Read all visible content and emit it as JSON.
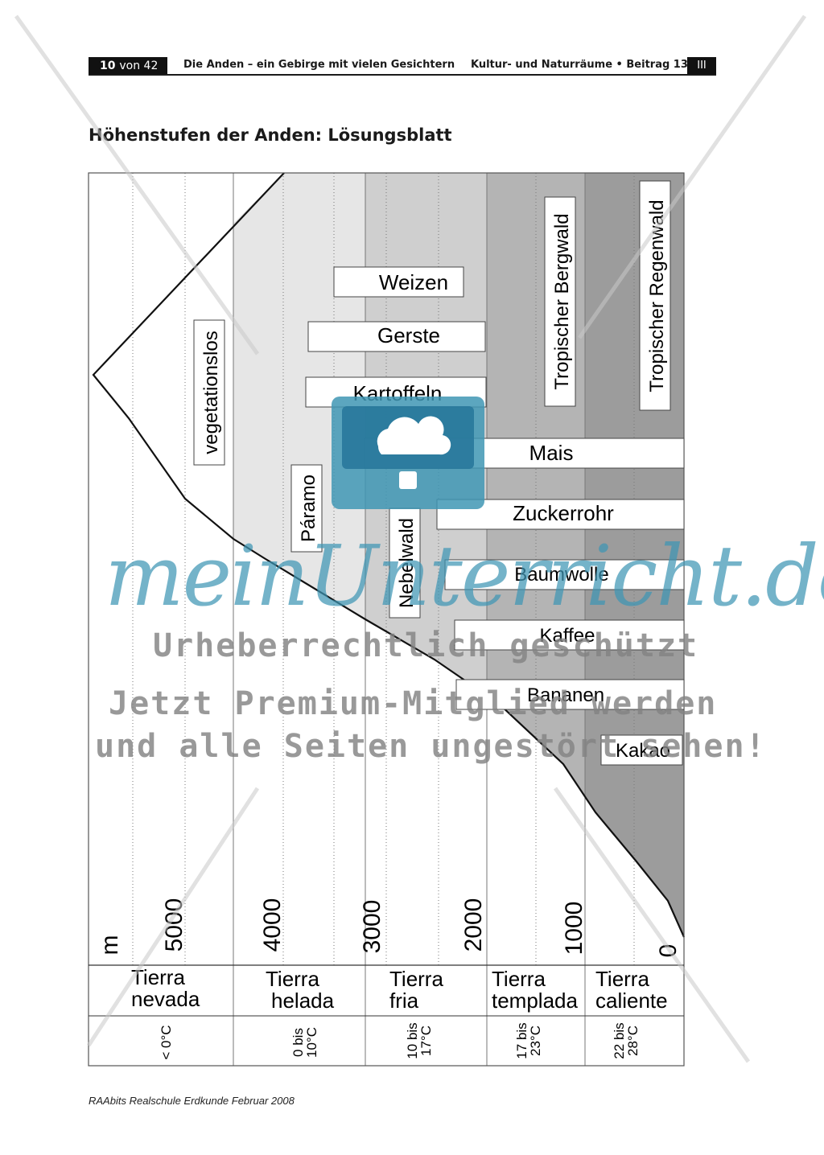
{
  "header": {
    "page_num": "10",
    "page_of": "von 42",
    "doc_title": "Die Anden – ein Gebirge mit vielen Gesichtern",
    "series": "Kultur- und Naturräume • Beitrag 13",
    "roman": "III"
  },
  "title": "Höhenstufen der Anden: Lösungsblatt",
  "diagram": {
    "unit": "m",
    "elevation_ticks": [
      "5000",
      "4000",
      "3000",
      "2000",
      "1000",
      "0"
    ],
    "zones": [
      {
        "name": "Tierra\nnevada",
        "temp": "< 0°C"
      },
      {
        "name": "Tierra\nhelada",
        "temp": "0 bis\n10°C"
      },
      {
        "name": "Tierra\nfria",
        "temp": "10 bis\n17°C"
      },
      {
        "name": "Tierra\ntemplada",
        "temp": "17 bis\n23°C"
      },
      {
        "name": "Tierra\ncaliente",
        "temp": "22 bis\n28°C"
      }
    ],
    "vegetation": [
      "vegetationslos",
      "Páramo",
      "Nebelwald",
      "Tropischer Bergwald",
      "Tropischer Regenwald"
    ],
    "crops": [
      "Weizen",
      "Gerste",
      "Kartoffeln",
      "Mais",
      "Zuckerrohr",
      "Baumwolle",
      "Kaffee",
      "Bananen",
      "Kakao"
    ],
    "colors": {
      "nevada": "#ffffff",
      "helada": "#e6e6e6",
      "fria": "#cfcfcf",
      "templada": "#b4b4b4",
      "caliente": "#9c9c9c"
    }
  },
  "watermark": {
    "brand": "meinUnterricht.de",
    "line1": "Urheberrechtlich geschützt",
    "line2": "Jetzt Premium-Mitglied werden",
    "line3": "und alle Seiten ungestört sehen!"
  },
  "footer": "RAAbits Realschule Erdkunde Februar 2008"
}
